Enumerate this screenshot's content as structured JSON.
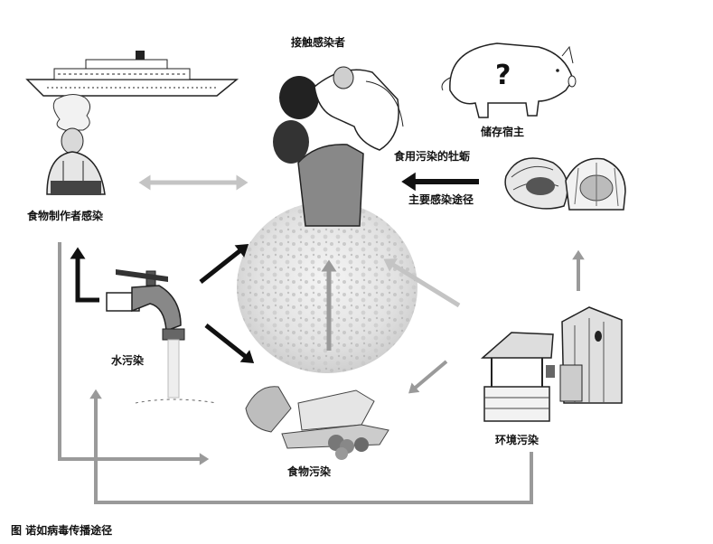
{
  "labels": {
    "contact_infected": "接触感染者",
    "reservoir_host": "储存宿主",
    "contaminated_oysters": "食用污染的牡蛎",
    "main_route": "主要感染途径",
    "food_handler": "食物制作者感染",
    "water_pollution": "水污染",
    "food_pollution": "食物污染",
    "environment_pollution": "环境污染",
    "question_mark": "?"
  },
  "caption": "图 诺如病毒传播途径",
  "colors": {
    "arrow_black": "#111111",
    "arrow_gray": "#9a9a9a",
    "arrow_light": "#c4c4c4",
    "ink": "#222222"
  },
  "icons": [
    "cruise-ship-icon",
    "chef-icon",
    "tap-icon",
    "family-hug-icon",
    "pig-icon",
    "oyster-icon",
    "scallop-icon",
    "well-icon",
    "outhouse-icon",
    "food-pile-icon",
    "virus-cloud-icon"
  ]
}
